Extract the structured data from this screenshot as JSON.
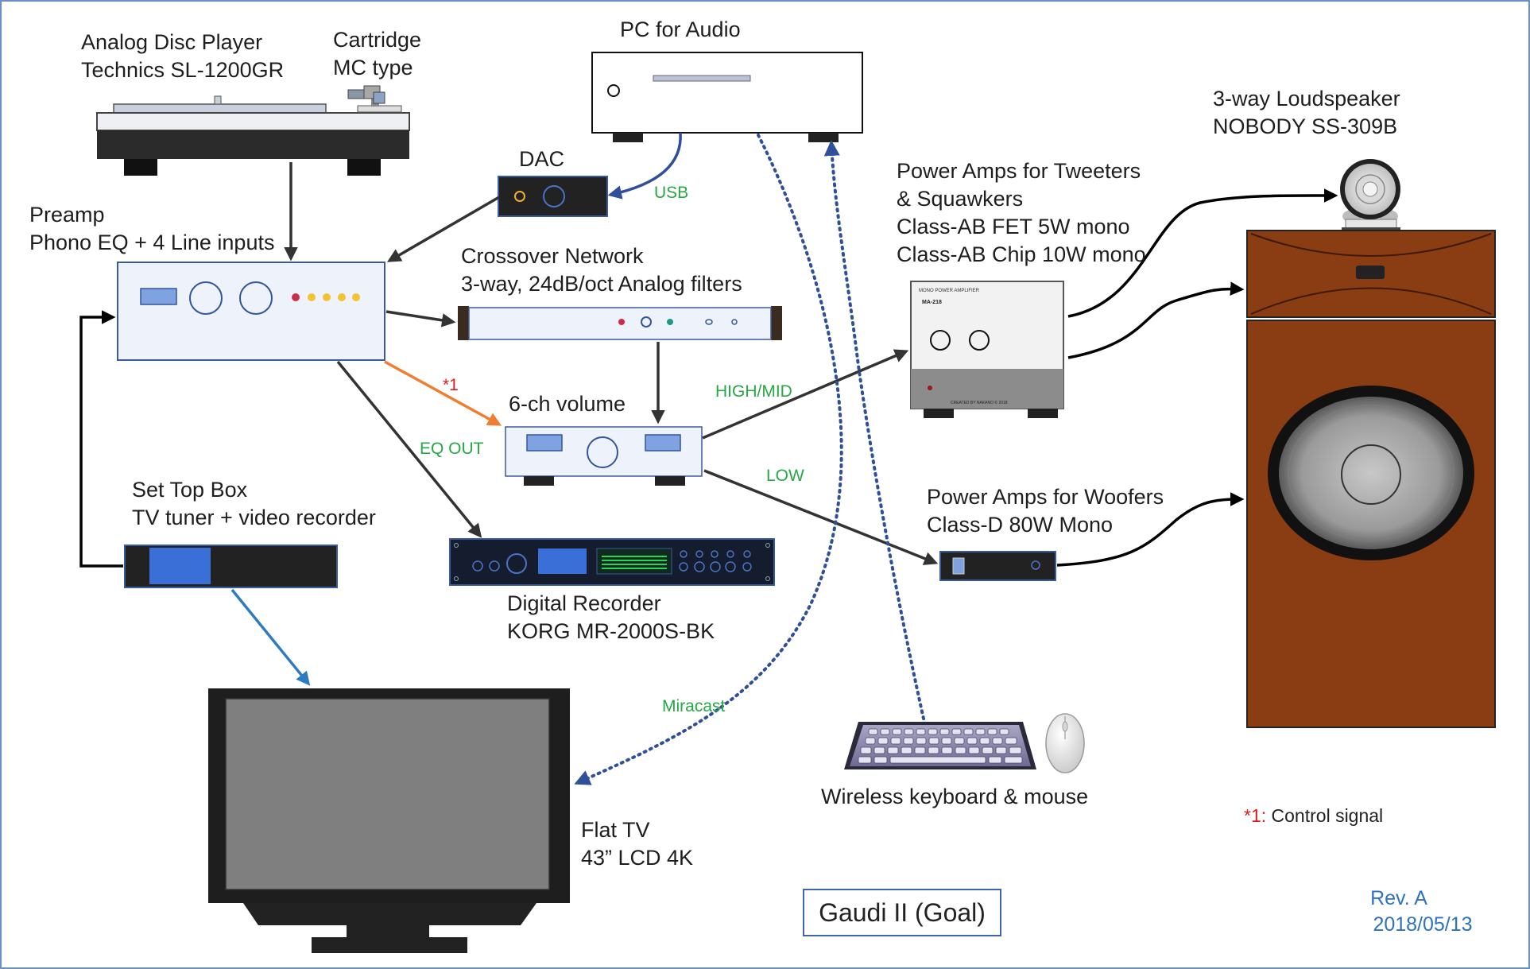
{
  "labels": {
    "turntable_line1": "Analog Disc Player",
    "turntable_line2": "Technics  SL-1200GR",
    "cartridge_line1": "Cartridge",
    "cartridge_line2": "MC type",
    "pc_title": "PC for Audio",
    "dac": "DAC",
    "preamp_line1": "Preamp",
    "preamp_line2": "Phono EQ + 4 Line inputs",
    "crossover_line1": "Crossover Network",
    "crossover_line2": "3-way, 24dB/oct Analog filters",
    "volume": "6-ch volume",
    "amps_tweeter_line1": "Power Amps for Tweeters",
    "amps_tweeter_line2": "& Squawkers",
    "amps_tweeter_line3": "Class-AB FET 5W mono",
    "amps_tweeter_line4": "Class-AB Chip 10W mono",
    "speaker_line1": "3-way Loudspeaker",
    "speaker_line2": "NOBODY  SS-309B",
    "stb_line1": "Set Top Box",
    "stb_line2": "TV tuner + video recorder",
    "recorder_line1": "Digital Recorder",
    "recorder_line2": "KORG  MR-2000S-BK",
    "amps_woofer_line1": "Power Amps for Woofers",
    "amps_woofer_line2": "Class-D 80W Mono",
    "tv_line1": "Flat TV",
    "tv_line2": "43” LCD 4K",
    "keyboard": "Wireless keyboard & mouse"
  },
  "signal_tags": {
    "usb": "USB",
    "high_mid": "HIGH/MID",
    "low": "LOW",
    "eq_out": "EQ OUT",
    "miracast": "Miracast",
    "control_mark": "*1"
  },
  "footnote": {
    "mark": "*1:",
    "text": " Control signal"
  },
  "title": "Gaudi II (Goal)",
  "revision": {
    "rev": "Rev. A",
    "date": "2018/05/13"
  },
  "amp_panel": {
    "header": "MONO POWER AMPLIFIER",
    "model": "MA-218",
    "footer": "CREATED BY NAKANO  © 2018"
  },
  "colors": {
    "arrow": "#333333",
    "usb_arrow": "#2f4f9a",
    "tv_arrow": "#2e7bbf",
    "control_arrow": "#ef7d32",
    "wireless": "#2f4f9a",
    "cabinet": "#8a3d12",
    "label_green": "#26a843",
    "title_border": "#3e64b0",
    "rev_blue": "#2d72c0"
  }
}
